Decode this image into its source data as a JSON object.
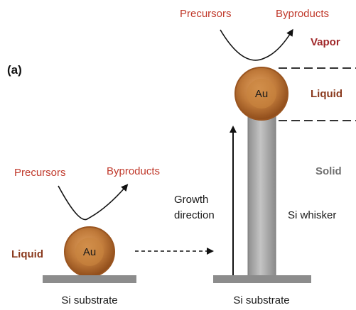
{
  "panel_label": "(a)",
  "left": {
    "precursors": "Precursors",
    "byproducts": "Byproducts",
    "liquid": "Liquid",
    "droplet": "Au",
    "substrate": "Si substrate"
  },
  "right": {
    "precursors": "Precursors",
    "byproducts": "Byproducts",
    "vapor": "Vapor",
    "liquid": "Liquid",
    "solid": "Solid",
    "droplet": "Au",
    "growth_line1": "Growth",
    "growth_line2": "direction",
    "whisker": "Si whisker",
    "substrate": "Si substrate"
  },
  "colors": {
    "droplet_core": "#c07a3a",
    "droplet_rim": "#9a5520",
    "whisker": "#a6a6a6",
    "substrate": "#8c8c8c",
    "label_red": "#c0392b"
  }
}
